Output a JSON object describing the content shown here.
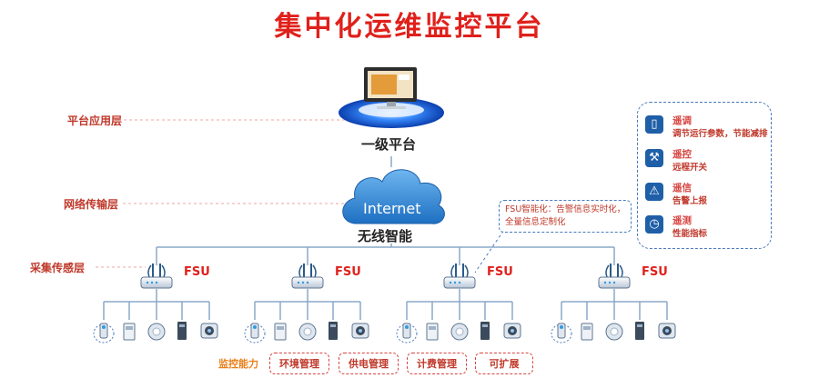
{
  "title": "集中化运维监控平台",
  "layers": [
    {
      "label": "平台应用层"
    },
    {
      "label": "网络传输层"
    },
    {
      "label": "采集传感层"
    }
  ],
  "platform": {
    "label": "一级平台"
  },
  "network": {
    "cloud_text": "Internet",
    "label": "无线智能"
  },
  "fsu_nodes": [
    {
      "label": "FSU"
    },
    {
      "label": "FSU"
    },
    {
      "label": "FSU"
    },
    {
      "label": "FSU"
    }
  ],
  "fsu_callout": {
    "line1": "FSU智能化：告警信息实时化，",
    "line2": "全量信息定制化"
  },
  "capability": {
    "label": "监控能力",
    "items": [
      "环境管理",
      "供电管理",
      "计费管理",
      "可扩展"
    ]
  },
  "panel_items": [
    {
      "icon": "remote-control-icon",
      "title": "遥调",
      "desc": "调节运行参数，节能减排"
    },
    {
      "icon": "wrench-icon",
      "title": "遥控",
      "desc": "远程开关"
    },
    {
      "icon": "warning-icon",
      "title": "遥信",
      "desc": "告警上报"
    },
    {
      "icon": "gauge-icon",
      "title": "遥测",
      "desc": "性能指标"
    }
  ],
  "colors": {
    "title": "#e0201b",
    "accent_blue": "#1f5fa8",
    "label_red": "#c0392b"
  }
}
